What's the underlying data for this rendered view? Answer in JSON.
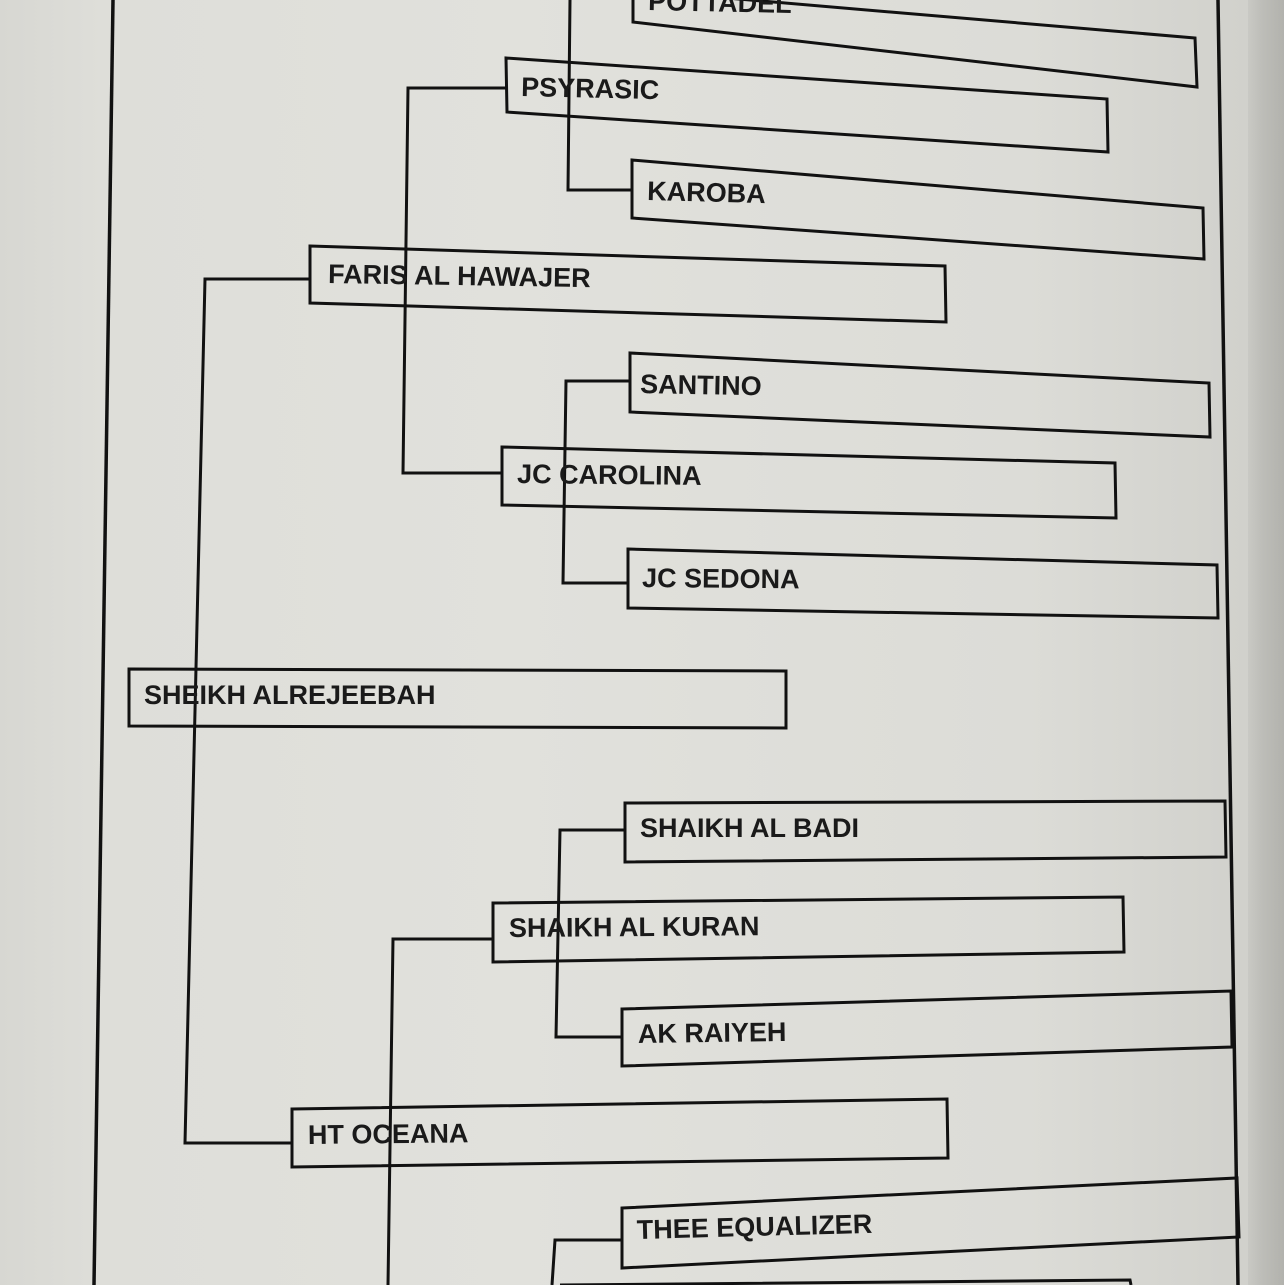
{
  "pedigree": {
    "root": "SHEIKH ALREJEEBAH",
    "sire": "FARIS AL HAWAJER",
    "sire_sire": "PSYRASIC",
    "sire_sire_sire": "POTTADEL",
    "sire_sire_dam": "KAROBA",
    "sire_dam": "JC CAROLINA",
    "sire_dam_sire": "SANTINO",
    "sire_dam_dam": "JC SEDONA",
    "dam": "HT OCEANA",
    "dam_sire": "SHAIKH AL KURAN",
    "dam_sire_sire": "SHAIKH AL BADI",
    "dam_sire_dam": "AK RAIYEH",
    "dam_dam_sire": "THEE EQUALIZER"
  }
}
